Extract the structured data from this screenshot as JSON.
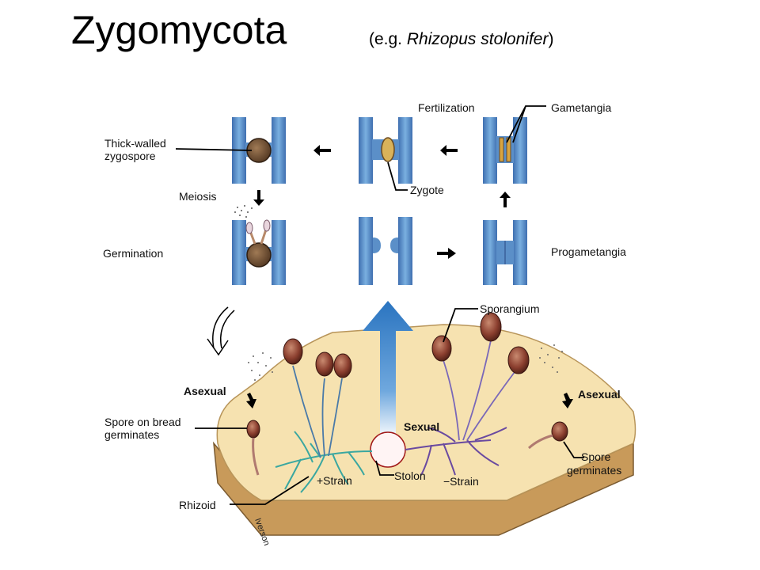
{
  "title": "Zygomycota",
  "subtitle": {
    "prefix": "(e.g. ",
    "species": "Rhizopus stolonifer",
    "suffix": ")"
  },
  "labels": {
    "thick_walled": "Thick-walled",
    "zygospore": "zygospore",
    "fertilization": "Fertilization",
    "gametangia": "Gametangia",
    "zygote": "Zygote",
    "meiosis": "Meiosis",
    "germination": "Germination",
    "progametangia": "Progametangia",
    "sporangium": "Sporangium",
    "asexual_left": "Asexual",
    "asexual_right": "Asexual",
    "sexual": "Sexual",
    "spore_on_bread_1": "Spore on bread",
    "spore_on_bread_2": "germinates",
    "spore_right_1": "Spore",
    "spore_right_2": "germinates",
    "plus_strain": "+Strain",
    "stolon": "Stolon",
    "minus_strain": "−Strain",
    "rhizoid": "Rhizoid",
    "artist": "Iverson"
  },
  "colors": {
    "hypha_blue": "#5b8fc8",
    "hypha_dark": "#3b5f9a",
    "bread_crust": "#c89a5a",
    "bread_top": "#f6e2b0",
    "big_arrow": "#2f7cc4",
    "zygospore": "#6b4a2e",
    "sporangium": "#8b3f2f",
    "plus_mycelium": "#3aa7a0",
    "minus_mycelium": "#6a4aa0"
  }
}
